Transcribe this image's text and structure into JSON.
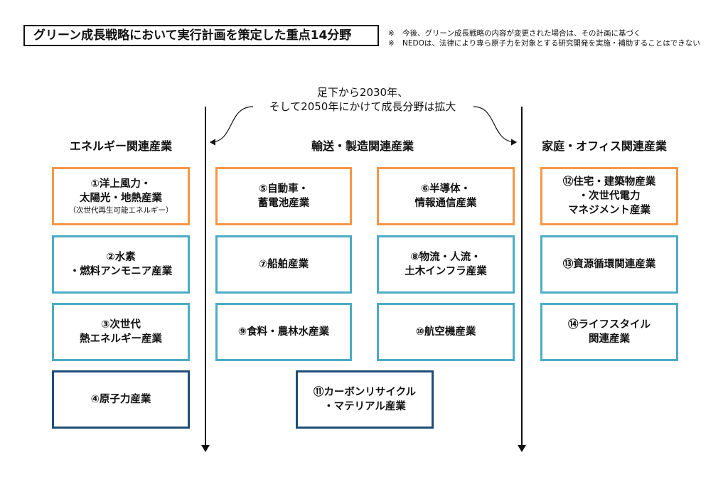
{
  "title": "グリーン成長戦略において実行計画を策定した重点14分野",
  "notes": [
    {
      "mark": "※",
      "text": "今後、グリーン成長戦略の内容が変更された場合は、その計画に基づく"
    },
    {
      "mark": "※",
      "text": "NEDOは、法律により専ら原子力を対象とする研究開発を実施・補助することはできない"
    }
  ],
  "center_caption": {
    "line1": "足下から2030年、",
    "line2": "そして2050年にかけて成長分野は拡大"
  },
  "columns": {
    "energy": "エネルギー関連産業",
    "transport": "輸送・製造関連産業",
    "home": "家庭・オフィス関連産業"
  },
  "colors": {
    "orange": "#F79646",
    "teal": "#4BACC6",
    "navy": "#1F4E79"
  },
  "fields": {
    "f1": {
      "line1": "①洋上風力・",
      "line2": "太陽光・地熱産業",
      "sub": "（次世代再生可能エネルギー）"
    },
    "f2": {
      "line1": "②水素",
      "line2": "・燃料アンモニア産業"
    },
    "f3": {
      "line1": "③次世代",
      "line2": "熱エネルギー産業"
    },
    "f4": {
      "line1": "④原子力産業"
    },
    "f5": {
      "line1": "⑤自動車・",
      "line2": "蓄電池産業"
    },
    "f6": {
      "line1": "⑥半導体・",
      "line2": "情報通信産業"
    },
    "f7": {
      "line1": "⑦船舶産業"
    },
    "f8": {
      "line1": "⑧物流・人流・",
      "line2": "土木インフラ産業"
    },
    "f9": {
      "line1": "⑨食料・農林水産業"
    },
    "f10": {
      "line1": "⑩航空機産業"
    },
    "f11": {
      "line1": "⑪カーボンリサイクル",
      "line2": "・マテリアル産業"
    },
    "f12": {
      "line1": "⑫住宅・建築物産業",
      "line2": "・次世代電力",
      "line3": "マネジメント産業"
    },
    "f13": {
      "line1": "⑬資源循環関連産業"
    },
    "f14": {
      "line1": "⑭ライフスタイル",
      "line2": "関連産業"
    }
  }
}
